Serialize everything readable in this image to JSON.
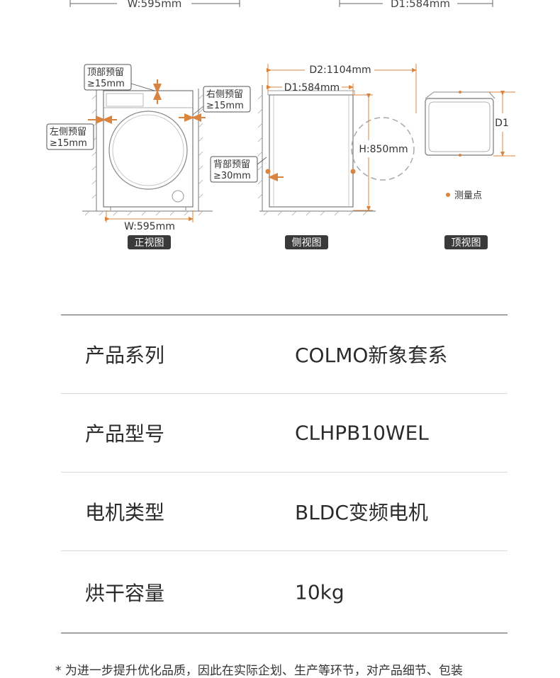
{
  "diagram": {
    "top_dims": {
      "width": "W:595mm",
      "depth": "D1:584mm"
    },
    "front_view": {
      "caption": "正视图",
      "top_clearance": [
        "顶部预留",
        "≥15mm"
      ],
      "right_clearance": [
        "右侧预留",
        "≥15mm"
      ],
      "left_clearance": [
        "左侧预留",
        "≥15mm"
      ],
      "width": "W:595mm"
    },
    "side_view": {
      "caption": "侧视图",
      "depth_open": "D2:1104mm",
      "depth": "D1:584mm",
      "height": "H:850mm",
      "back_clearance": [
        "背部预留",
        "≥30mm"
      ]
    },
    "top_view": {
      "caption": "顶视图",
      "depth_label": "D1",
      "legend": "测量点"
    },
    "colors": {
      "accent": "#d9843f",
      "line": "#7a7a7a",
      "caption_bg": "#3a3a3a"
    }
  },
  "specs": [
    {
      "label": "产品系列",
      "value": "COLMO新象套系"
    },
    {
      "label": "产品型号",
      "value": "CLHPB10WEL"
    },
    {
      "label": "电机类型",
      "value": "BLDC变频电机"
    },
    {
      "label": "烘干容量",
      "value": "10kg"
    }
  ],
  "footnote": "* 为进一步提升优化品质，因此在实际企划、生产等环节，对产品细节、包装"
}
